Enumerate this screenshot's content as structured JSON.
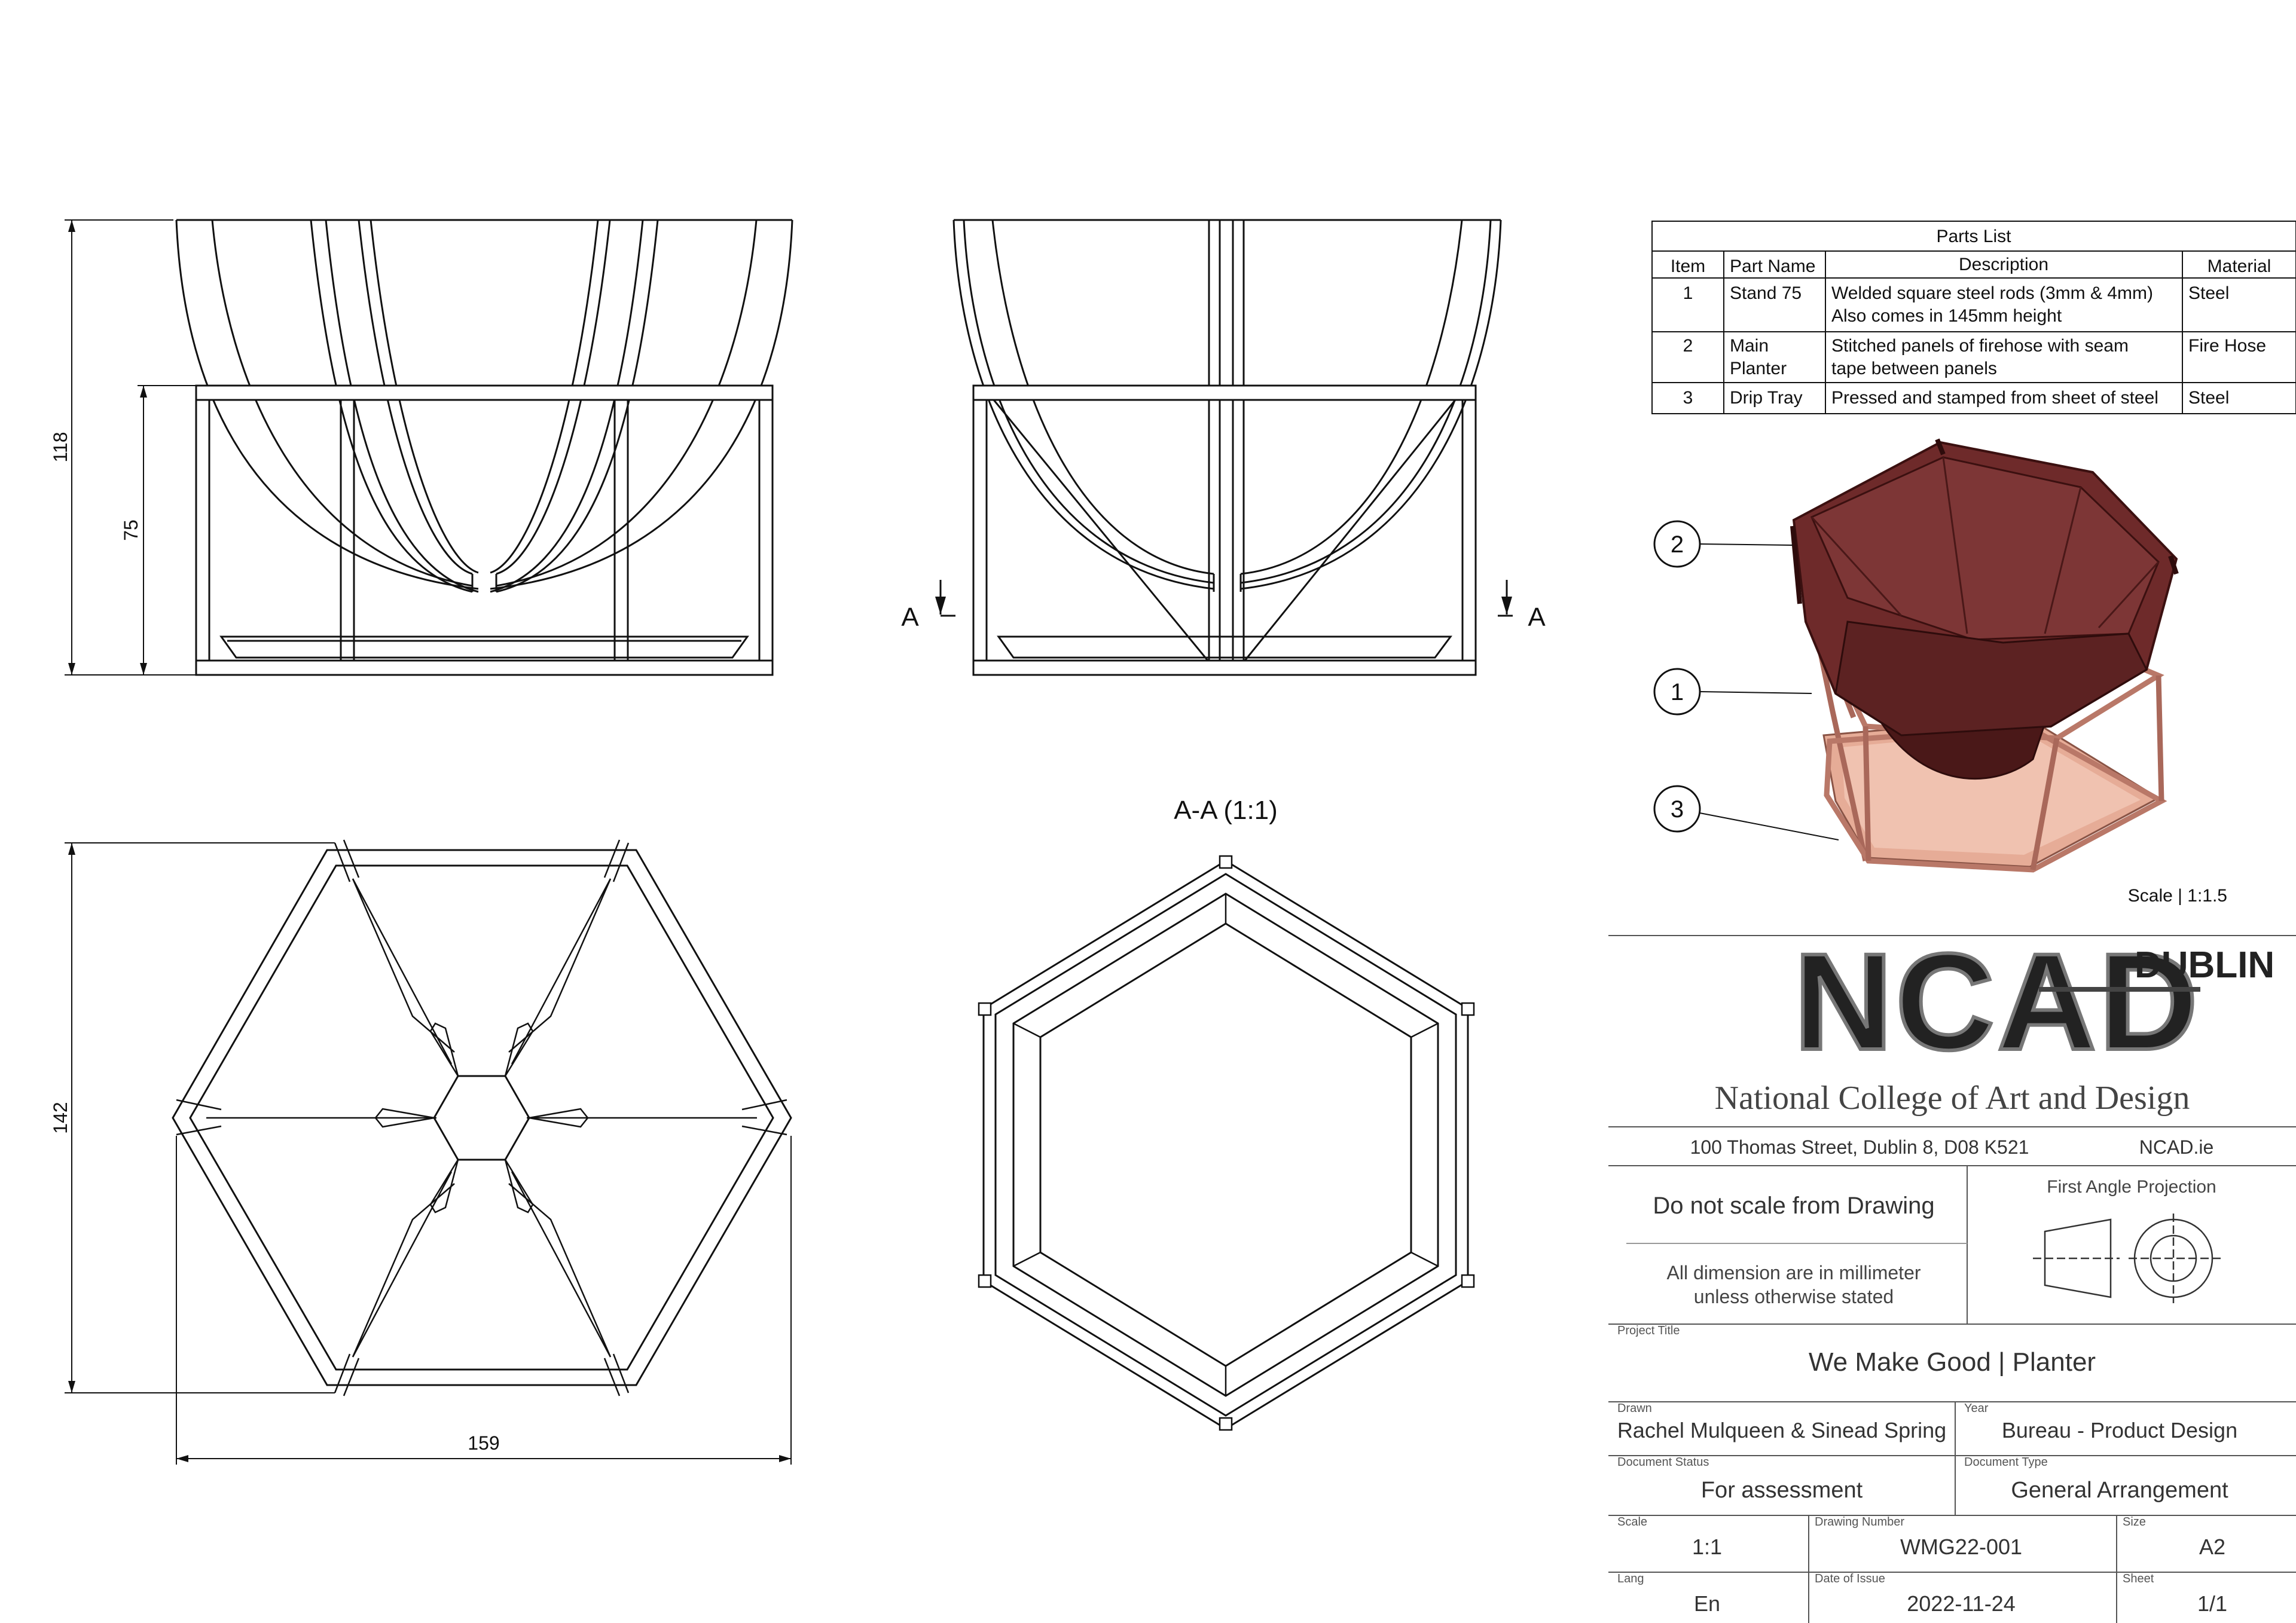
{
  "sheet": {
    "dimensions": {
      "overall_height": "118",
      "stand_height": "75",
      "top_depth": "142",
      "top_width": "159"
    },
    "section": {
      "marker": "A",
      "title": "A-A (1:1)"
    },
    "iso_scale": "Scale | 1:1.5",
    "balloons": [
      "2",
      "1",
      "3"
    ]
  },
  "parts_list": {
    "title": "Parts List",
    "headers": [
      "Item",
      "Part Name",
      "Description",
      "Material"
    ],
    "rows": [
      {
        "item": "1",
        "name": [
          "Stand 75"
        ],
        "description": [
          "Welded square steel rods (3mm & 4mm)",
          "Also comes in 145mm height"
        ],
        "material": "Steel"
      },
      {
        "item": "2",
        "name": [
          "Main",
          "Planter"
        ],
        "description": [
          "Stitched panels of firehose with seam",
          "tape between panels"
        ],
        "material": "Fire Hose"
      },
      {
        "item": "3",
        "name": [
          "Drip Tray"
        ],
        "description": [
          "Pressed and stamped from sheet of steel"
        ],
        "material": "Steel"
      }
    ]
  },
  "title_block": {
    "logo": "NCAD",
    "logo_sub": "DUBLIN",
    "institution": "National College of Art and Design",
    "address": "100 Thomas Street, Dublin 8, D08 K521",
    "website": "NCAD.ie",
    "scale_note": "Do not scale from Drawing",
    "units_note_1": "All dimension are in millimeter",
    "units_note_2": "unless otherwise stated",
    "projection": "First Angle Projection",
    "labels": {
      "project_title": "Project Title",
      "drawn": "Drawn",
      "year": "Year",
      "document_status": "Document Status",
      "document_type": "Document Type",
      "scale": "Scale",
      "drawing_number": "Drawing Number",
      "size": "Size",
      "language": "Lang",
      "date_of_issue": "Date of Issue",
      "sheet": "Sheet"
    },
    "project_title": "We Make Good | Planter",
    "drawn": "Rachel Mulqueen & Sinead Spring",
    "year": "Bureau - Product Design",
    "document_status": "For assessment",
    "document_type": "General Arrangement",
    "scale": "1:1",
    "drawing_number": "WMG22-001",
    "size": "A2",
    "language": "En",
    "date_of_issue": "2022-11-24",
    "sheet": "1/1"
  },
  "colors": {
    "line": "#111111",
    "planter_fill": "#6e2a2a",
    "planter_dark": "#4a1818",
    "stand": "#a9685a",
    "tray": "#e3a792"
  }
}
